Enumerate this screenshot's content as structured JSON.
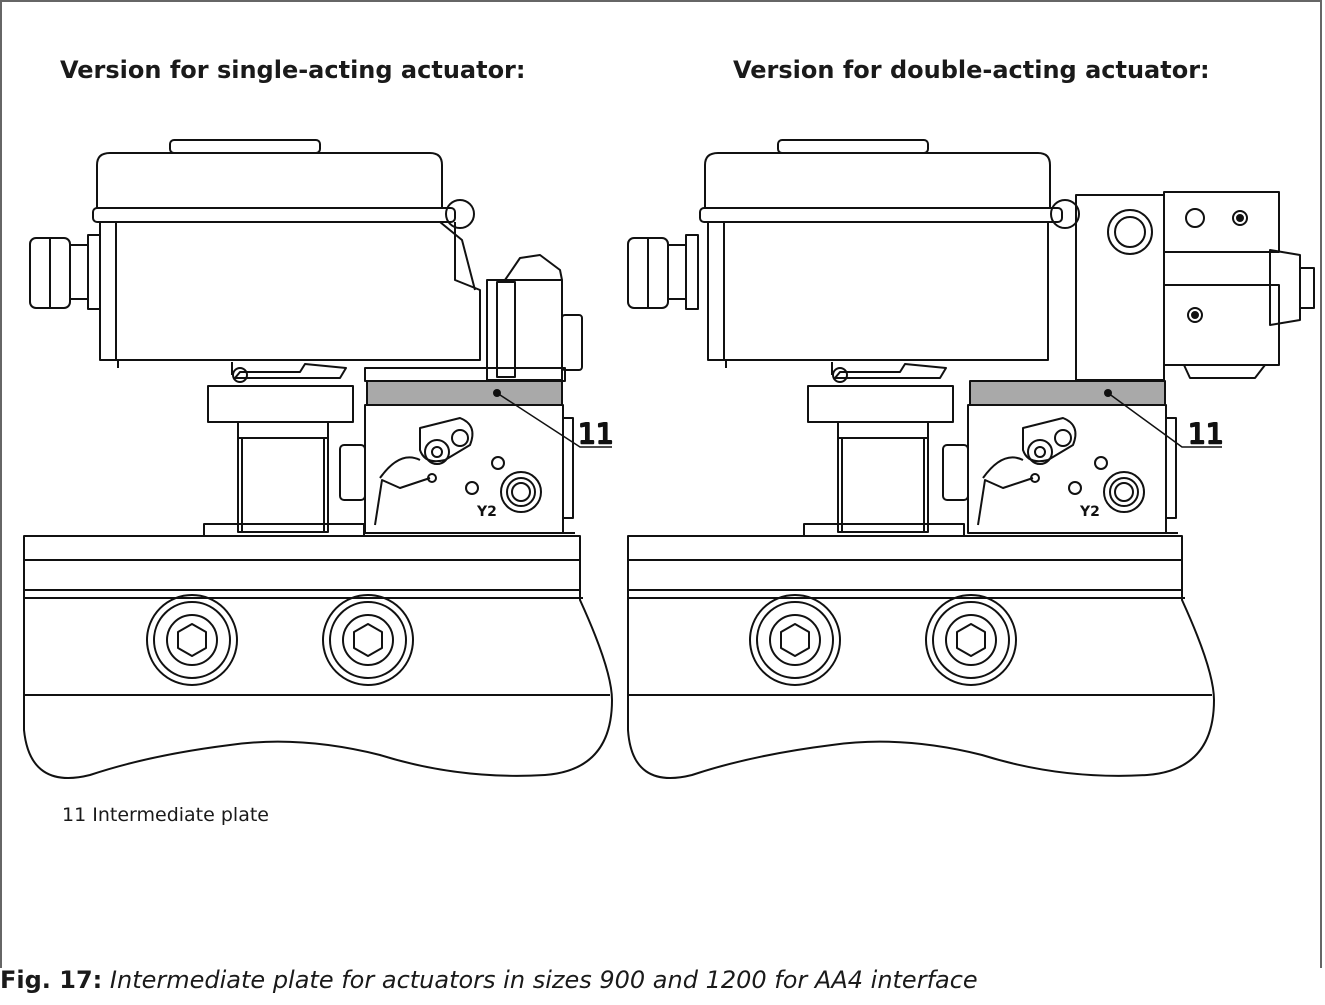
{
  "headings": {
    "left": "Version for single-acting actuator:",
    "right": "Version for double-acting actuator:"
  },
  "callouts": {
    "left": "11",
    "right": "11"
  },
  "port_labels": {
    "left": "Y2",
    "right": "Y2"
  },
  "legend": {
    "number": "11",
    "text": "Intermediate plate"
  },
  "caption": {
    "label": "Fig. 17:",
    "text": "Intermediate plate for actuators in sizes 900 and 1200 for AA4 interface"
  }
}
